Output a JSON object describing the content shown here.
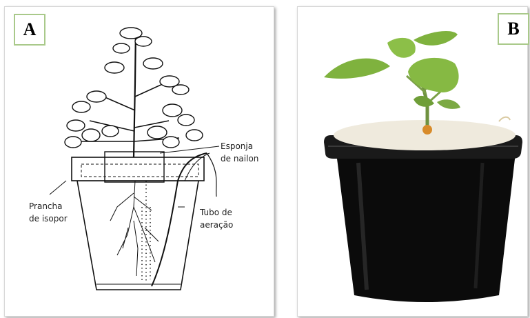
{
  "panels": {
    "a": {
      "badge": "A",
      "labels": {
        "sponge_line1": "Esponja",
        "sponge_line2": "de nailon",
        "board_line1": "Prancha",
        "board_line2": "de isopor",
        "tube_line1": "Tubo de",
        "tube_line2": "aeração"
      }
    },
    "b": {
      "badge": "B"
    }
  },
  "colors": {
    "badge_border": "#a9c98a",
    "leaf_green": "#7fb23e",
    "pot_black": "#0b0b0b",
    "lid_cream": "#efeadd"
  }
}
